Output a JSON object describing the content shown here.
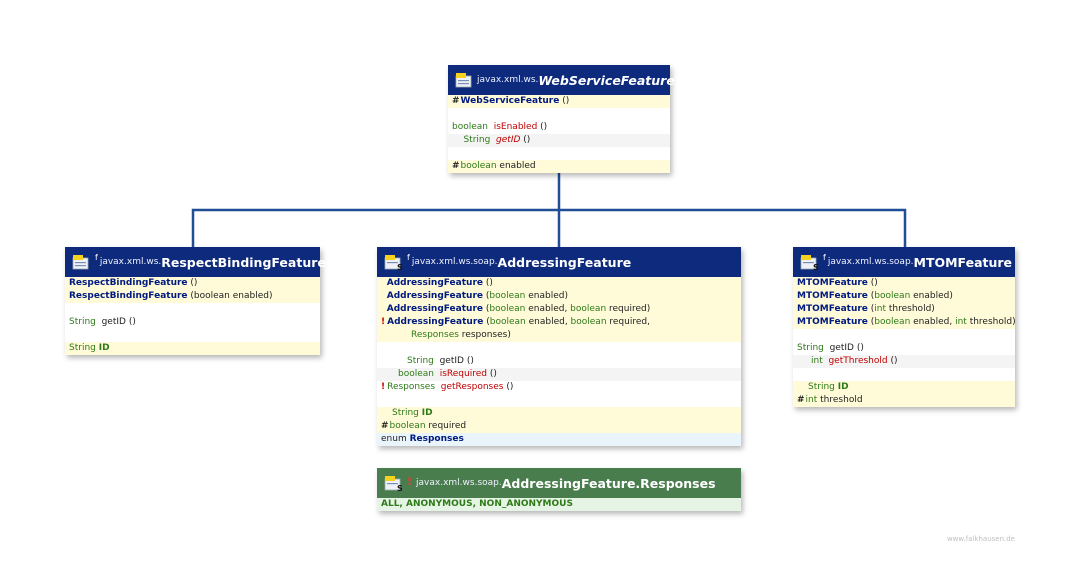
{
  "icons": {
    "class": "class-icon"
  },
  "colors": {
    "header_blue": "#0e2a7d",
    "header_green": "#4a7d4d",
    "connector": "#1f4e96"
  },
  "webservicefeature": {
    "package": "javax.xml.ws.",
    "name": "WebServiceFeature",
    "constructor": "WebServiceFeature",
    "ctor_args": " ()",
    "m1_type": "boolean",
    "m1_name": "isEnabled",
    "m2_type": "String",
    "m2_name": "getID",
    "args": " ()",
    "field_type": "boolean",
    "field_name": "enabled"
  },
  "respectbinding": {
    "modifier": "f",
    "package": "javax.xml.ws.",
    "name": "RespectBindingFeature",
    "c1": "RespectBindingFeature",
    "c1_args": " ()",
    "c2": "RespectBindingFeature",
    "c2_args": " (boolean enabled)",
    "m1_type": "String",
    "m1": "getID ()",
    "f_type": "String",
    "f_name": "ID"
  },
  "addressing": {
    "modifier": "f",
    "package": "javax.xml.ws.soap.",
    "name": "AddressingFeature",
    "ctor": "AddressingFeature",
    "a1": " ()",
    "a2_pre": " (",
    "a2_t": "boolean",
    "a2_rest": " enabled)",
    "a3_t1": "boolean",
    "a3_mid": " enabled, ",
    "a3_t2": "boolean",
    "a3_rest": " required)",
    "a4_t1": "boolean",
    "a4_mid": " enabled, ",
    "a4_t2": "boolean",
    "a4_rest": " required,",
    "a4_cont_type": "Responses",
    "a4_cont_rest": " responses)",
    "m1_type": "String",
    "m1_name": "getID ()",
    "m2_type": "boolean",
    "m2_name": "isRequired",
    "m3_type": "Responses",
    "m3_name": "getResponses",
    "args": " ()",
    "f1_type": "String",
    "f1_name": "ID",
    "f2_type": "boolean",
    "f2_name": "required",
    "enum_kw": "enum",
    "enum_name": "Responses"
  },
  "mtom": {
    "modifier": "f",
    "package": "javax.xml.ws.soap.",
    "name": "MTOMFeature",
    "ctor": "MTOMFeature",
    "a1": " ()",
    "a2_pre": " (",
    "a2_t": "boolean",
    "a2_rest": " enabled)",
    "a3_pre": " (",
    "a3_t": "int",
    "a3_rest": " threshold)",
    "a4_pre": " (",
    "a4_t1": "boolean",
    "a4_mid": " enabled, ",
    "a4_t2": "int",
    "a4_rest": " threshold)",
    "m1_type": "String",
    "m1": "getID ()",
    "m2_type": "int",
    "m2_name": "getThreshold",
    "args": " ()",
    "f1_type": "String",
    "f1_name": "ID",
    "f2_type": "int",
    "f2_name": "threshold"
  },
  "responses": {
    "modifier": "!",
    "package": "javax.xml.ws.soap.",
    "name": "AddressingFeature.Responses",
    "values": "ALL, ANONYMOUS, NON_ANONYMOUS"
  },
  "watermark": "www.falkhausen.de"
}
